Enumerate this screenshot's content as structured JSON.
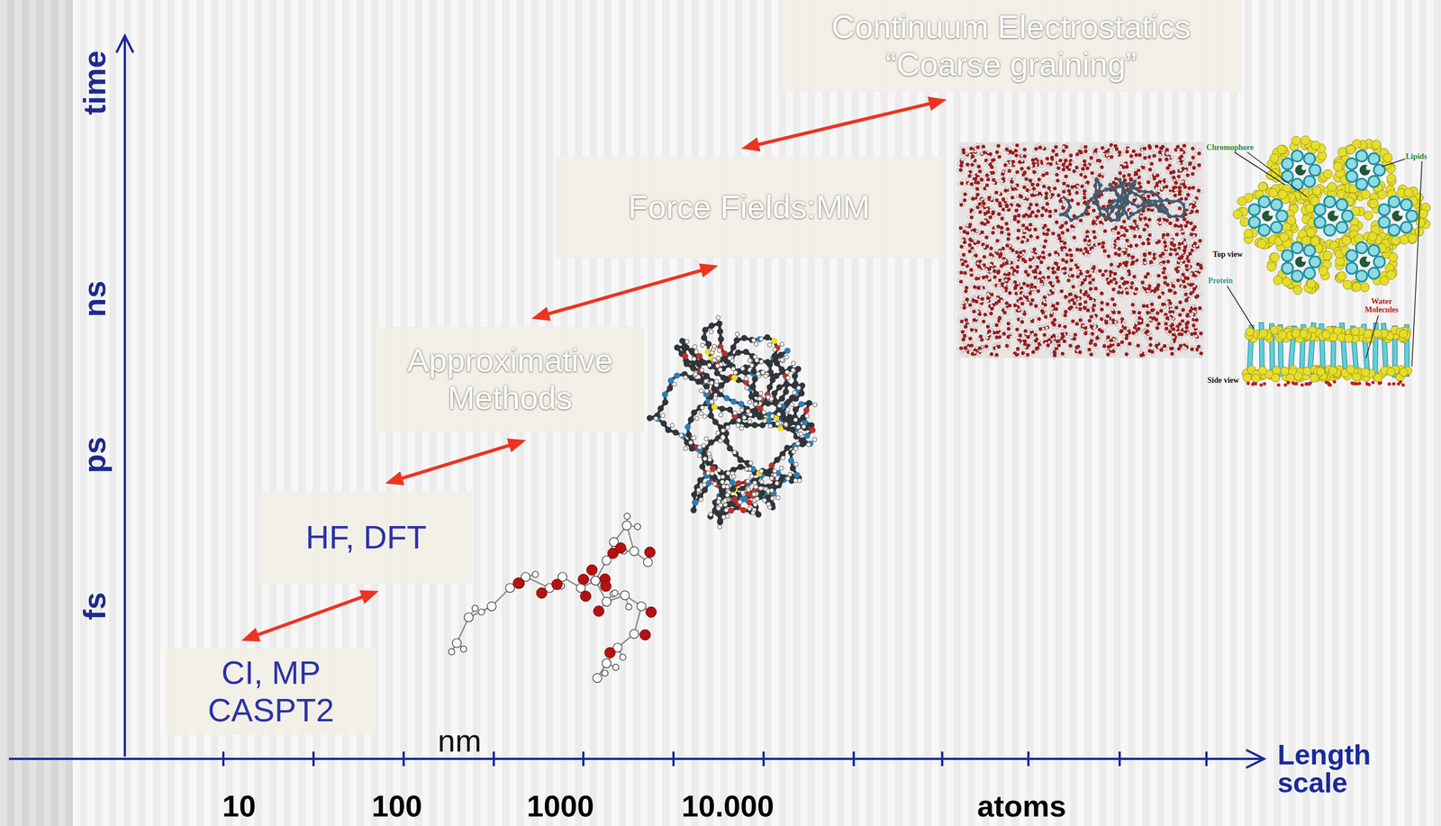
{
  "diagram": {
    "nodes": [
      {
        "text": [
          "CI, MP CASPT2"
        ]
      },
      {
        "text": [
          "HF, DFT"
        ]
      },
      {
        "text": [
          "Approximative Methods"
        ]
      },
      {
        "text": [
          "Force Fields:MM"
        ]
      },
      {
        "text": [
          "Continuum Electrostatics “Coarse graining”"
        ]
      }
    ],
    "edges": [
      {
        "from": 0,
        "to": 1,
        "arrow": "both"
      },
      {
        "from": 1,
        "to": 2,
        "arrow": "both"
      },
      {
        "from": 2,
        "to": 3,
        "arrow": "both"
      },
      {
        "from": 3,
        "to": 4,
        "arrow": "both"
      }
    ],
    "labels": [
      "time",
      "ns",
      "ps",
      "fs",
      "nm",
      "10",
      "100",
      "1000",
      "10.000",
      "atoms",
      "Length scale",
      "Chromophore",
      "Lipids",
      "Top view",
      "Protein",
      "Water Molecules",
      "Side view"
    ]
  }
}
